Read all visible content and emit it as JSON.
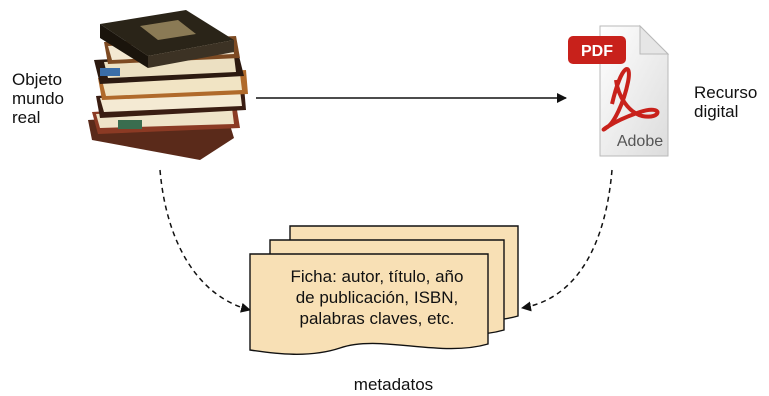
{
  "left_label": [
    "Objeto",
    "mundo",
    "real"
  ],
  "right_label": [
    "Recurso",
    "digital"
  ],
  "pdf_icon": {
    "badge": "PDF",
    "brand": "Adobe"
  },
  "card_text": [
    "Ficha: autor, título, año",
    "de publicación, ISBN,",
    "palabras claves, etc."
  ],
  "bottom_label": "metadatos",
  "colors": {
    "card_fill": "#f8e0b5",
    "pdf_red": "#c8211b",
    "stroke": "#111111"
  }
}
